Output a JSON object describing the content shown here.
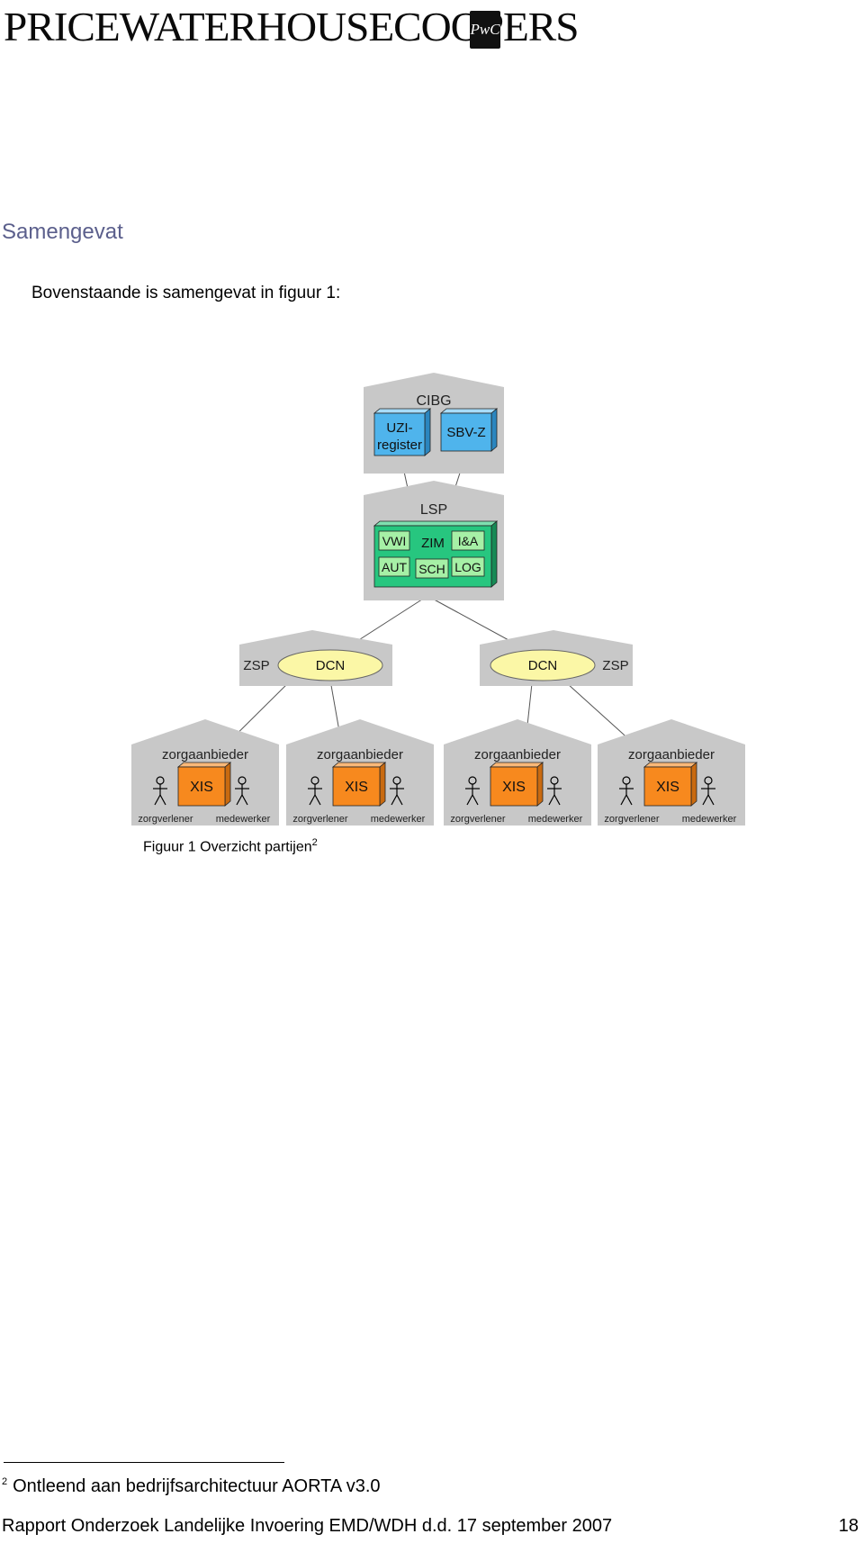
{
  "header": {
    "logo_text": "PRICEWATERHOUSECOOPERS",
    "logo_mark": "PwC"
  },
  "section": {
    "title": "Samengevat",
    "intro": "Bovenstaande is samengevat in figuur 1:"
  },
  "figure": {
    "cibg": {
      "label": "CIBG",
      "boxes": [
        "UZI-",
        "register",
        "SBV-Z"
      ]
    },
    "lsp": {
      "label": "LSP",
      "core": "ZIM",
      "modules": [
        "VWI",
        "I&A",
        "AUT",
        "SCH",
        "LOG"
      ]
    },
    "zsp": [
      {
        "zsp_label": "ZSP",
        "dcn_label": "DCN"
      },
      {
        "zsp_label": "ZSP",
        "dcn_label": "DCN"
      }
    ],
    "providers": [
      {
        "title": "zorgaanbieder",
        "system": "XIS",
        "left_role": "zorgverlener",
        "right_role": "medewerker"
      },
      {
        "title": "zorgaanbieder",
        "system": "XIS",
        "left_role": "zorgverlener",
        "right_role": "medewerker"
      },
      {
        "title": "zorgaanbieder",
        "system": "XIS",
        "left_role": "zorgverlener",
        "right_role": "medewerker"
      },
      {
        "title": "zorgaanbieder",
        "system": "XIS",
        "left_role": "zorgverlener",
        "right_role": "medewerker"
      }
    ],
    "colors": {
      "house": "#c8c8c8",
      "blue": "#4fb4ec",
      "green": "#27c67f",
      "green_light": "#a6f0a6",
      "yellow": "#fbf7a6",
      "orange": "#f7891e"
    }
  },
  "caption": {
    "text": "Figuur 1 Overzicht partijen",
    "footnote_ref": "2"
  },
  "footnote": {
    "marker": "2",
    "text": "Ontleend aan bedrijfsarchitectuur AORTA v3.0"
  },
  "footer": {
    "report": "Rapport Onderzoek Landelijke Invoering EMD/WDH d.d. 17 september 2007",
    "page": "18"
  }
}
